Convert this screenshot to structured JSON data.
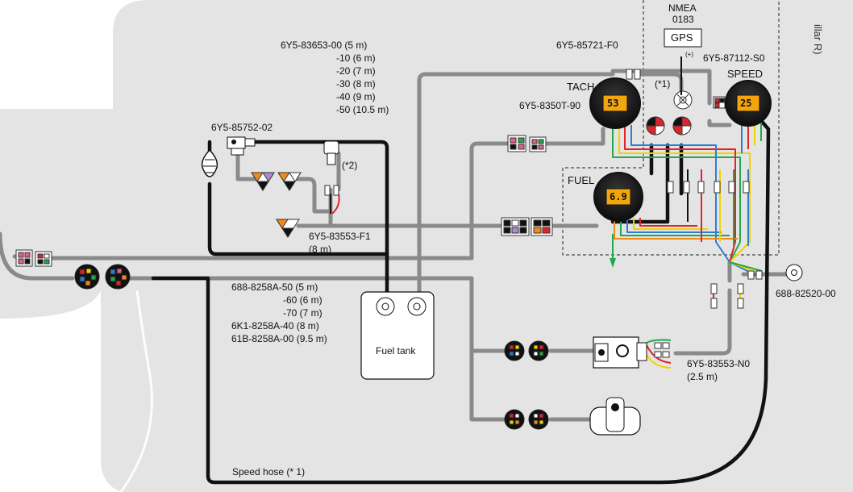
{
  "page": {
    "edge_text": "illar R)"
  },
  "gps": {
    "header": "NMEA",
    "sub": "0183",
    "box": "GPS",
    "part": "6Y5-85721-F0",
    "plus": "(+)"
  },
  "gauges": {
    "tach": {
      "label": "TACH",
      "part": "6Y5-8350T-90",
      "display": "53"
    },
    "speed": {
      "label": "SPEED",
      "part": "6Y5-87112-S0",
      "display": "25"
    },
    "fuel": {
      "label": "FUEL",
      "display": "6.9"
    }
  },
  "notes": {
    "n1": "(*1)",
    "n2": "(*2)"
  },
  "cable_main": {
    "lines": [
      "6Y5-83653-00 (5 m)",
      "-10 (6 m)",
      "-20 (7 m)",
      "-30 (8 m)",
      "-40 (9 m)",
      "-50 (10.5 m)"
    ]
  },
  "fuel_sensor": {
    "part": "6Y5-85752-02"
  },
  "cable_f1": {
    "part": "6Y5-83553-F1",
    "length": "(8 m)"
  },
  "cable_8258": {
    "lines": [
      "688-8258A-50 (5 m)",
      "-60 (6 m)",
      "-70 (7 m)",
      "6K1-8258A-40 (8 m)",
      "61B-8258A-00 (9.5 m)"
    ]
  },
  "fuel_tank": {
    "label": "Fuel tank"
  },
  "cable_n0": {
    "part": "6Y5-83553-N0",
    "length": "(2.5 m)"
  },
  "sensor_688": {
    "part": "688-82520-00"
  },
  "speed_hose": {
    "label": "Speed hose (* 1)"
  },
  "colors": {
    "background_blob": "#e4e4e4",
    "wire_grey": "#9a9a9a",
    "wire_black": "#111111",
    "accent_yellow": "#f1d300",
    "accent_red": "#e0242b",
    "accent_green": "#22a84a",
    "accent_blue": "#2a7fd4",
    "accent_orange": "#f08a1d"
  }
}
